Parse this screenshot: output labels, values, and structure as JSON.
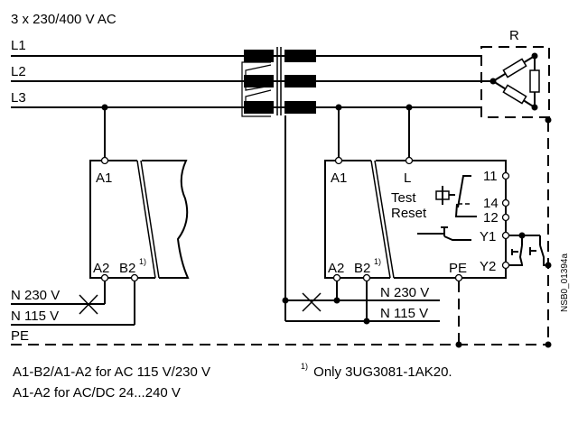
{
  "supply": {
    "label": "3 x 230/400 V AC",
    "phases": [
      "L1",
      "L2",
      "L3"
    ]
  },
  "resistor_label": "R",
  "left_device": {
    "terminals": [
      "A1",
      "A2",
      "B2"
    ],
    "footnote_mark": "1)"
  },
  "right_device": {
    "terminals": [
      "A1",
      "L",
      "A2",
      "B2",
      "PE"
    ],
    "footnote_mark": "1)",
    "test_label": "Test",
    "reset_label": "Reset",
    "contacts": [
      "11",
      "14",
      "12",
      "Y1",
      "Y2"
    ]
  },
  "neutral_lines": [
    "N 230 V",
    "N 115 V"
  ],
  "pe_label": "PE",
  "drawing_id": "NSB0_01394a",
  "notes": [
    "A1-B2/A1-A2 for AC 115 V/230 V",
    "A1-A2 for AC/DC 24...240 V"
  ],
  "footnote": {
    "mark": "1)",
    "text": " Only 3UG3081-1AK20."
  },
  "colors": {
    "line": "#000000",
    "background": "#ffffff"
  }
}
